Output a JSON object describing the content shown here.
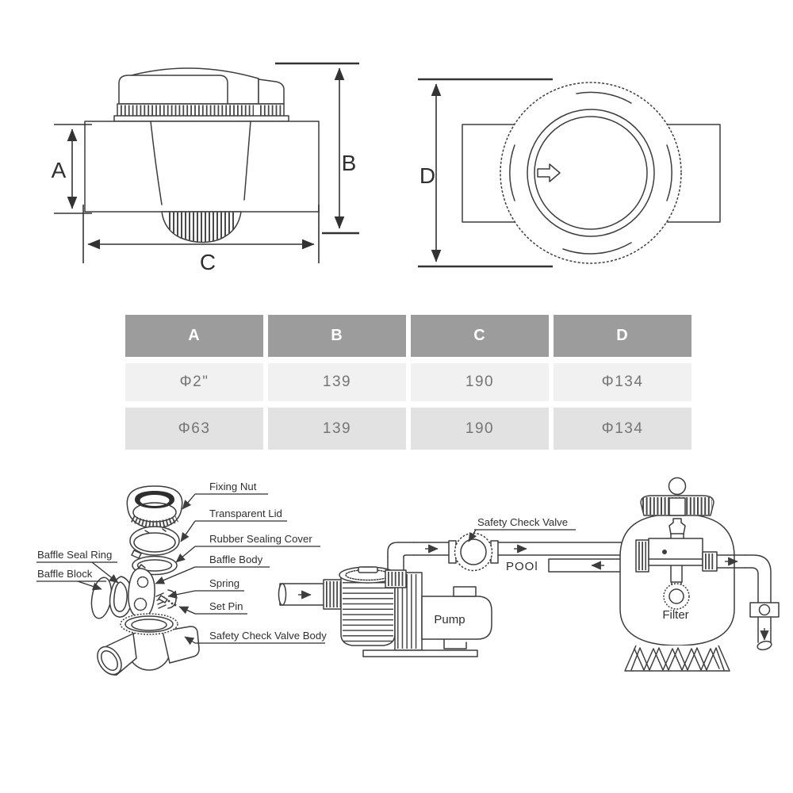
{
  "dims": {
    "a": "A",
    "b": "B",
    "c": "C",
    "d": "D"
  },
  "spec_table": {
    "headers": [
      "A",
      "B",
      "C",
      "D"
    ],
    "rows": [
      [
        "Φ2\"",
        "139",
        "190",
        "Φ134"
      ],
      [
        "Φ63",
        "139",
        "190",
        "Φ134"
      ]
    ]
  },
  "parts": {
    "fixing_nut": "Fixing Nut",
    "transparent_lid": "Transparent Lid",
    "rubber_sealing_cover": "Rubber Sealing Cover",
    "baffle_body": "Baffle Body",
    "spring": "Spring",
    "set_pin": "Set Pin",
    "safety_check_valve_body": "Safety Check Valve Body",
    "baffle_seal_ring": "Baffle Seal Ring",
    "baffle_block": "Baffle Block"
  },
  "system": {
    "safety_check_valve": "Safety Check Valve",
    "pool": "POOl",
    "pump": "Pump",
    "filter": "Filter"
  },
  "colors": {
    "line": "#3d3d3d",
    "table_header_bg": "#9c9c9c",
    "table_header_text": "#ffffff",
    "table_row_odd_bg": "#f1f1f1",
    "table_row_even_bg": "#e2e2e2",
    "table_cell_text": "#757575"
  }
}
